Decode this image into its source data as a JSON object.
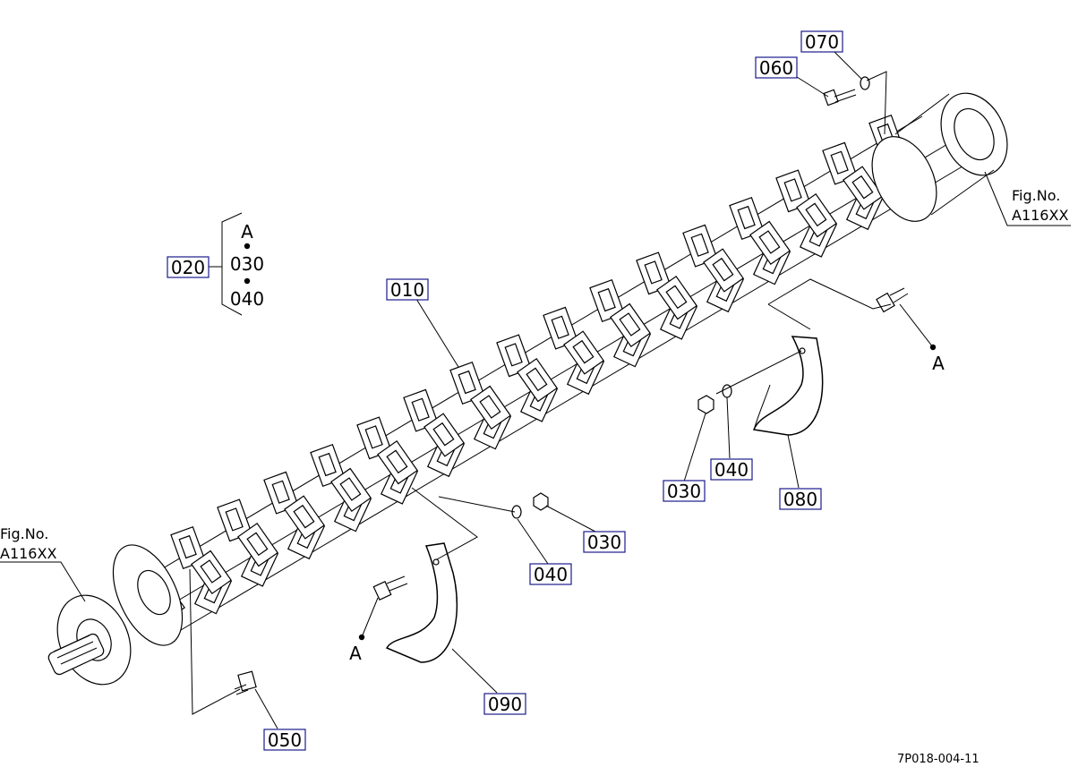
{
  "callouts": {
    "c070": "070",
    "c060": "060",
    "c020": "020",
    "c010": "010",
    "c030_mid": "030",
    "c040_mid": "040",
    "c080": "080",
    "c030_low": "030",
    "c040_low": "040",
    "c090": "090",
    "c050": "050"
  },
  "set_group": {
    "item_a": "A",
    "item_030": "030",
    "item_040": "040"
  },
  "fig_refs": {
    "right_line1": "Fig.No.",
    "right_line2": "A116XX",
    "left_line1": "Fig.No.",
    "left_line2": "A116XX"
  },
  "markers": {
    "a_right": "A",
    "a_left": "A"
  },
  "drawing_code": "7P018-004-11",
  "colors": {
    "callout_border": "#1a1a8c",
    "line": "#000000"
  }
}
